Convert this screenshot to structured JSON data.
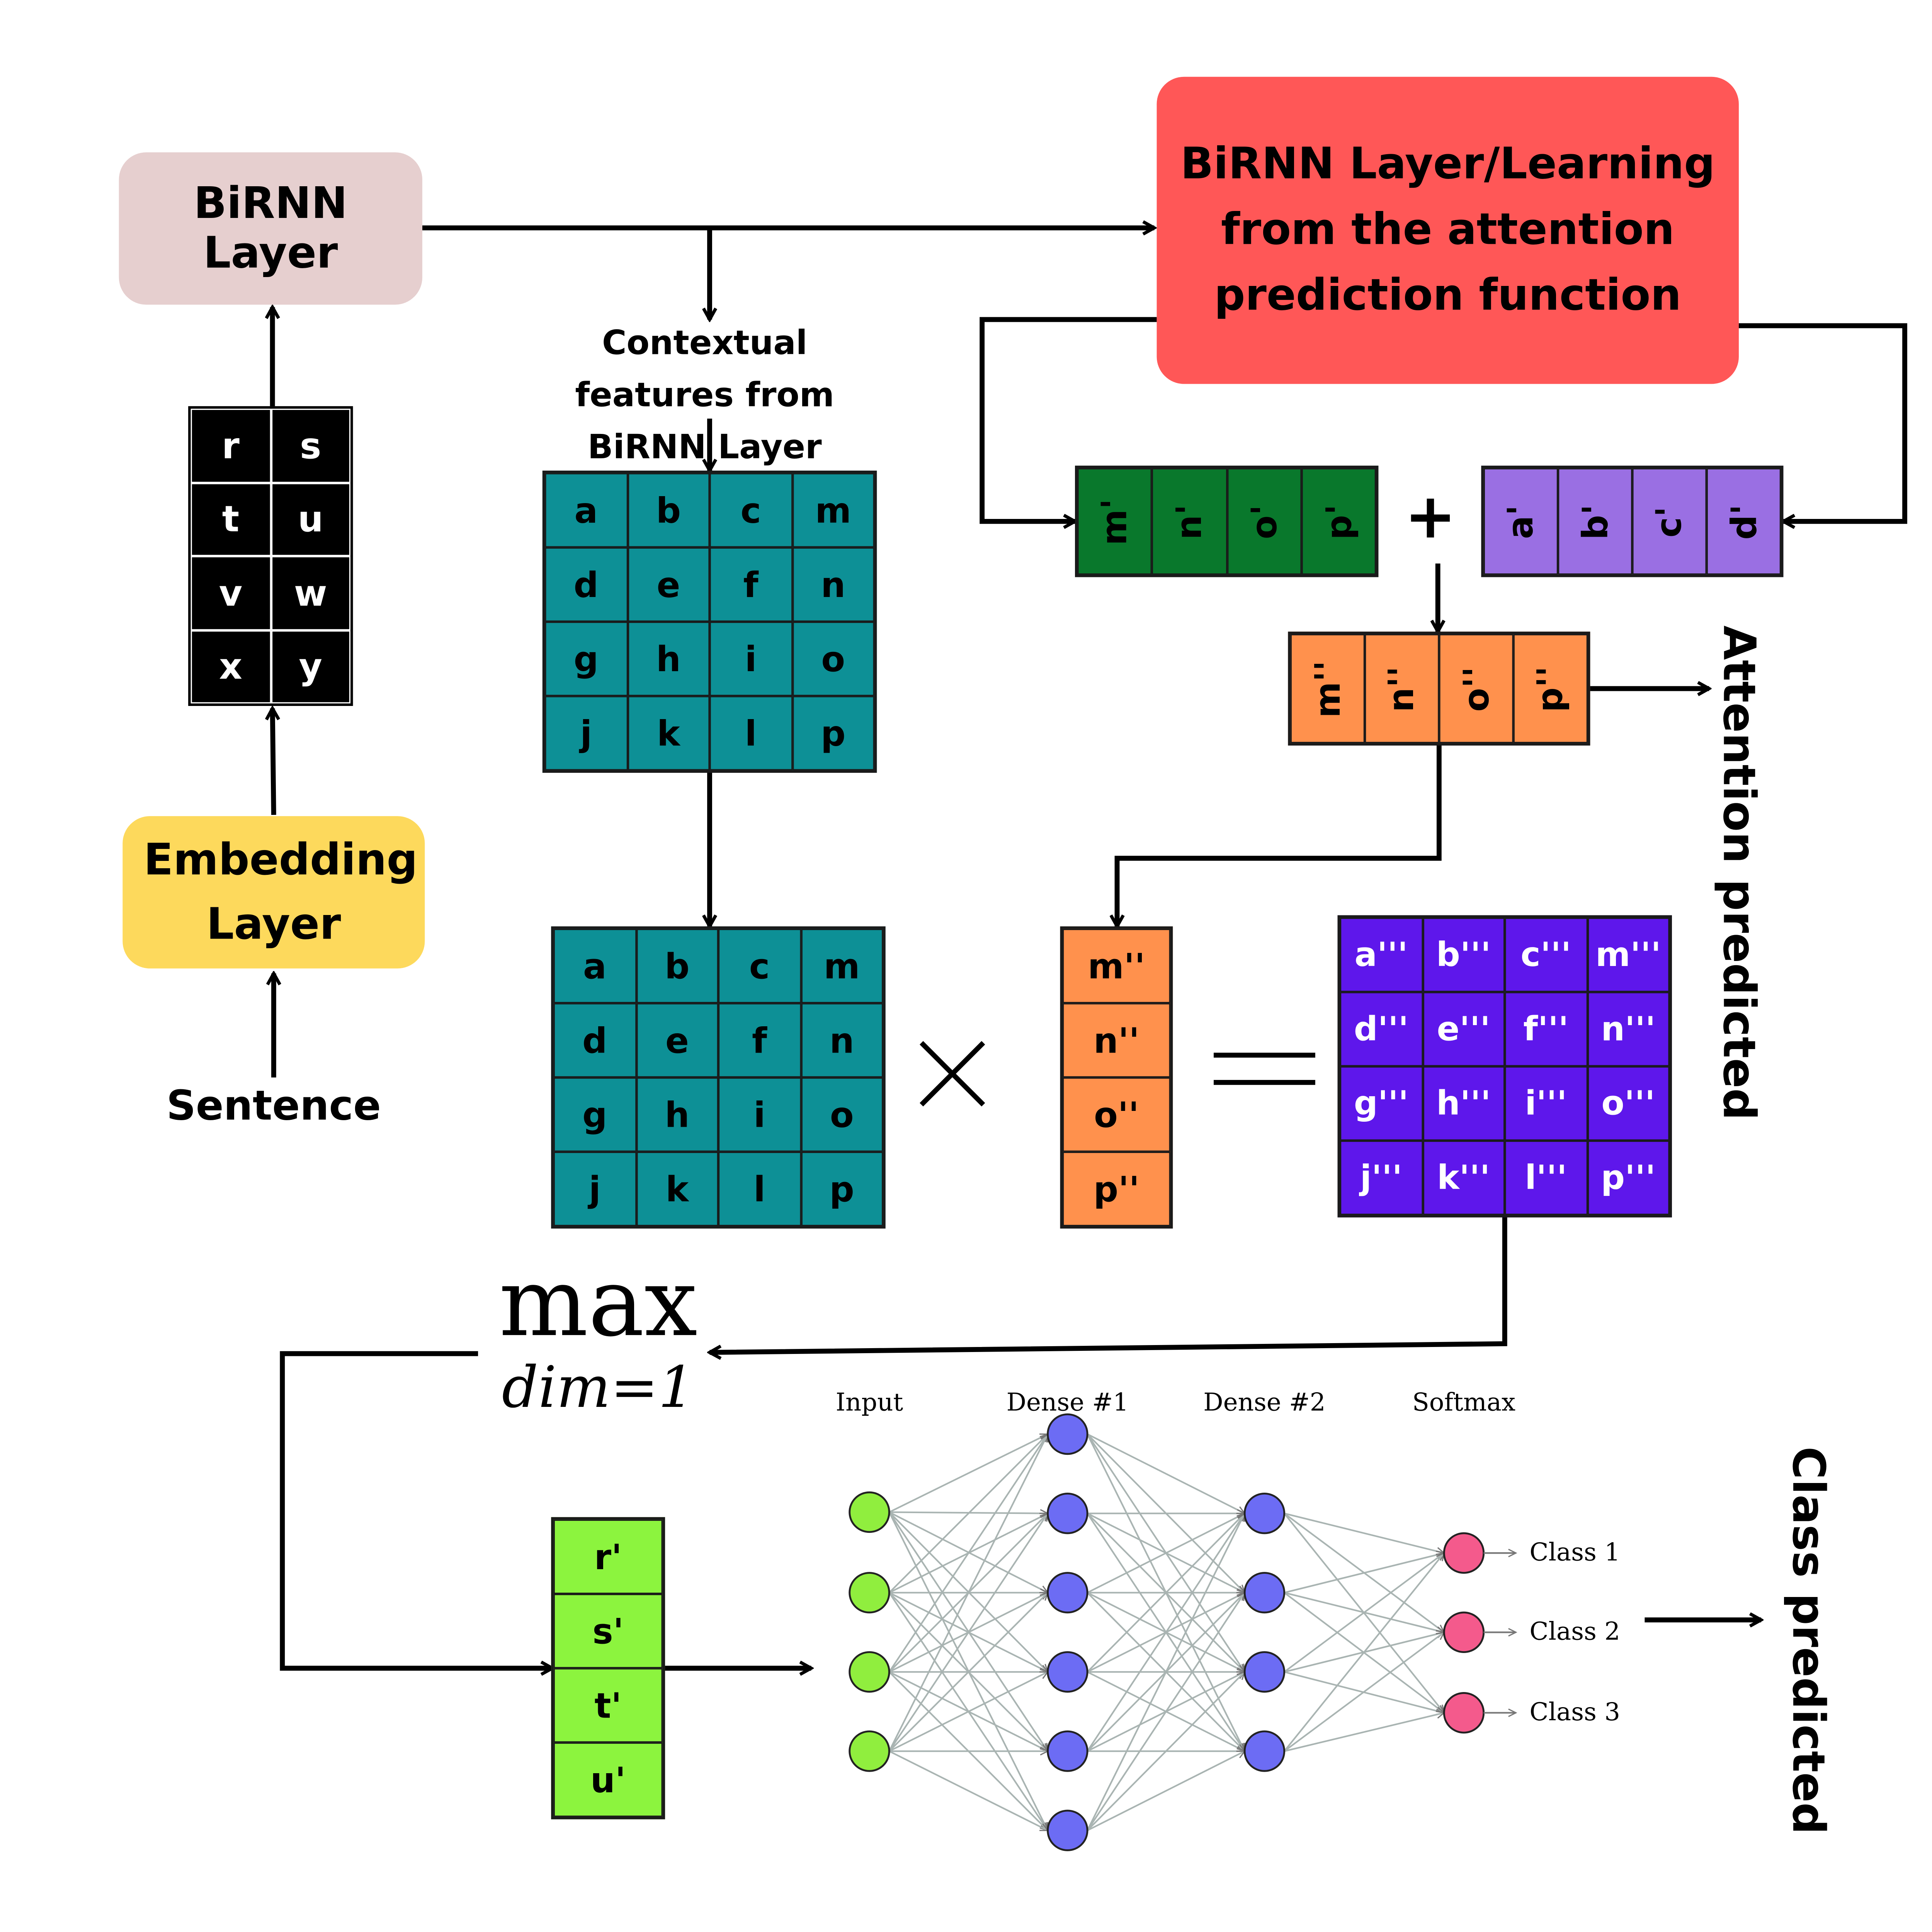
{
  "embedding_layer": "Embedding Layer",
  "birnn_layer": "BiRNN Layer",
  "birnn_learning": "BiRNN Layer/Learning from the attention prediction function",
  "sentence": "Sentence",
  "contextual_features": "Contextual features from BiRNN Layer",
  "word_grid": [
    [
      "r",
      "s"
    ],
    [
      "t",
      "u"
    ],
    [
      "v",
      "w"
    ],
    [
      "x",
      "y"
    ]
  ],
  "feature_grid": [
    [
      "a",
      "b",
      "c",
      "m"
    ],
    [
      "d",
      "e",
      "f",
      "n"
    ],
    [
      "g",
      "h",
      "i",
      "o"
    ],
    [
      "j",
      "k",
      "l",
      "p"
    ]
  ],
  "vector_m": [
    "m'",
    "n'",
    "o'",
    "p'"
  ],
  "vector_a": [
    "a'",
    "b'",
    "c'",
    "d'"
  ],
  "vector_sum": [
    "m''",
    "n''",
    "o''",
    "p''"
  ],
  "product_grid": [
    [
      "a'''",
      "b'''",
      "c'''",
      "m'''"
    ],
    [
      "d'''",
      "e'''",
      "f'''",
      "n'''"
    ],
    [
      "g'''",
      "h'''",
      "i'''",
      "o'''"
    ],
    [
      "j'''",
      "k'''",
      "l'''",
      "p'''"
    ]
  ],
  "pooled_vector": [
    "r'",
    "s'",
    "t'",
    "u'"
  ],
  "plus_symbol": "+",
  "times_symbol": "×",
  "equals_symbol": "=",
  "max_label": "max",
  "max_subscript": "dim=1",
  "attention_predicted": "Attention predicted",
  "class_predicted": "Class predicted",
  "nn": {
    "layers": [
      "Input",
      "Dense #1",
      "Dense #2",
      "Softmax"
    ],
    "neurons": [
      4,
      6,
      4,
      3
    ],
    "classes": [
      "Class 1",
      "Class 2",
      "Class 3"
    ]
  },
  "colors": {
    "embedding": "#fdd95c",
    "birnn": "#e6cfcf",
    "birnn_learning": "#ff5757",
    "teal": "#0d9096",
    "green_dark": "#09782c",
    "purple_light": "#9a6fe3",
    "orange": "#ff914d",
    "violet": "#5e17eb",
    "lime": "#8cf43e",
    "nn_input": "#90ee3e",
    "nn_hidden": "#6c6cf4",
    "nn_out": "#f45a8c"
  }
}
